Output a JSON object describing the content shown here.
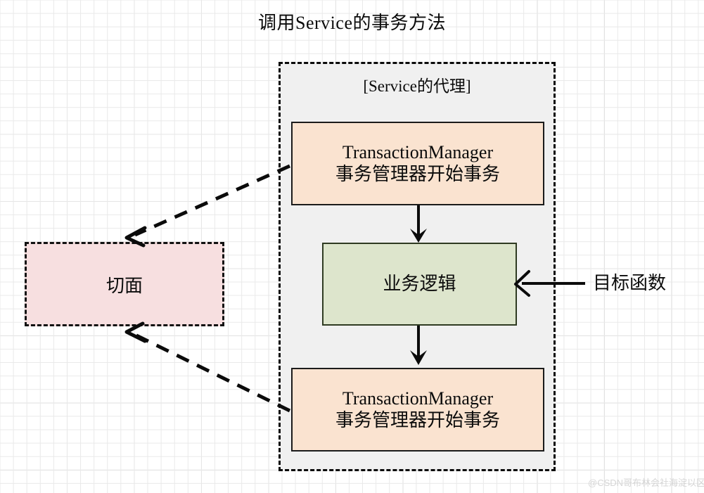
{
  "diagram": {
    "title": "调用Service的事务方法",
    "proxy_container": {
      "label": "[Service的代理]",
      "fill_color": "#f0f0f0",
      "border_style": "dashed",
      "border_color": "#0b0b0b"
    },
    "nodes": [
      {
        "id": "tm-top",
        "line1": "TransactionManager",
        "line2": "事务管理器开始事务",
        "fill_color": "#fae3d0",
        "border_color": "#1b1b1b"
      },
      {
        "id": "business-logic",
        "line1": "业务逻辑",
        "fill_color": "#dde5cc",
        "border_color": "#2f3b22"
      },
      {
        "id": "tm-bottom",
        "line1": "TransactionManager",
        "line2": "事务管理器开始事务",
        "fill_color": "#fae3d0",
        "border_color": "#1b1b1b"
      }
    ],
    "aspect": {
      "label": "切面",
      "fill_color": "#f7dfe0",
      "border_style": "dashed",
      "border_color": "#111111"
    },
    "annotation": {
      "label": "目标函数",
      "points_to": "business-logic"
    },
    "connectors": [
      {
        "from": "tm-top",
        "to": "business-logic",
        "style": "solid",
        "arrow": "open"
      },
      {
        "from": "business-logic",
        "to": "tm-bottom",
        "style": "solid",
        "arrow": "open"
      },
      {
        "from": "tm-top",
        "to": "aspect",
        "style": "dashed",
        "arrow": "open"
      },
      {
        "from": "tm-bottom",
        "to": "aspect",
        "style": "dashed",
        "arrow": "open"
      }
    ],
    "watermark": "@CSDN哥布林会社海淀以区"
  }
}
